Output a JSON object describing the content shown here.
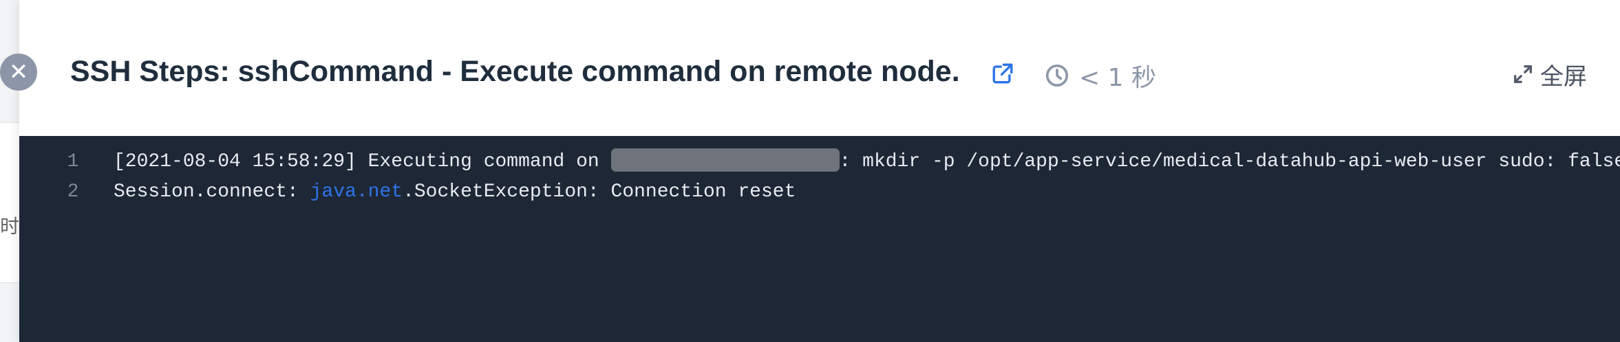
{
  "background": {
    "peek_text": "时"
  },
  "drawer": {
    "close_icon": "close-icon",
    "title": "SSH Steps: sshCommand - Execute command on remote node.",
    "external_link_icon": "external-link-icon",
    "duration": {
      "icon": "clock-icon",
      "text": "< 1 秒"
    },
    "fullscreen": {
      "icon": "expand-icon",
      "label": "全屏"
    }
  },
  "log": {
    "lines": [
      {
        "number": "1",
        "prefix": "[2021-08-04 15:58:29] Executing command on ",
        "suffix": ": mkdir -p /opt/app-service/medical-datahub-api-web-user sudo: false"
      },
      {
        "number": "2",
        "prefix": "Session.connect: ",
        "link": "java.net",
        "suffix": ".SocketException: Connection reset"
      }
    ]
  },
  "colors": {
    "console_bg": "#1e2736",
    "link": "#2f74e8",
    "title": "#1f2d3d",
    "close_button": "#8c96a8"
  }
}
